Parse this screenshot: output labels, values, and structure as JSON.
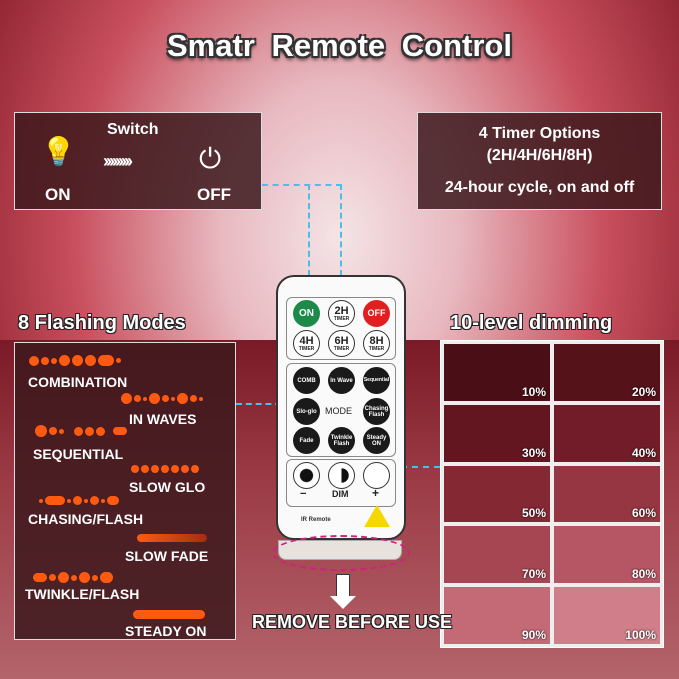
{
  "title": "Smatr Remote Control",
  "switch": {
    "heading": "Switch",
    "on": "ON",
    "arrows": "›››››››››",
    "off": "OFF"
  },
  "timer": {
    "line1": "4 Timer Options",
    "line2": "(2H/4H/6H/8H)",
    "line3": "24-hour cycle, on and off"
  },
  "modes": {
    "heading": "8 Flashing Modes",
    "items": [
      "COMBINATION",
      "IN WAVES",
      "SEQUENTIAL",
      "SLOW GLO",
      "CHASING/FLASH",
      "SLOW FADE",
      "TWINKLE/FLASH",
      "STEADY ON"
    ]
  },
  "dimming": {
    "heading": "10-level dimming",
    "levels": [
      "10%",
      "20%",
      "30%",
      "40%",
      "50%",
      "60%",
      "70%",
      "80%",
      "90%",
      "100%"
    ]
  },
  "remote": {
    "on": "ON",
    "off": "OFF",
    "timers": [
      {
        "h": "2H",
        "t": "TIMER"
      },
      {
        "h": "4H",
        "t": "TIMER"
      },
      {
        "h": "6H",
        "t": "TIMER"
      },
      {
        "h": "8H",
        "t": "TIMER"
      }
    ],
    "modes": [
      "COMB",
      "In Wave",
      "Sequential",
      "Slo-glo",
      "Chasing Flash",
      "Fade",
      "Twinkle Flash",
      "Steady ON"
    ],
    "mode_label": "MODE",
    "minus": "−",
    "dim": "DIM",
    "plus": "+",
    "ir": "IR Remote"
  },
  "notice": "REMOVE BEFORE USE"
}
